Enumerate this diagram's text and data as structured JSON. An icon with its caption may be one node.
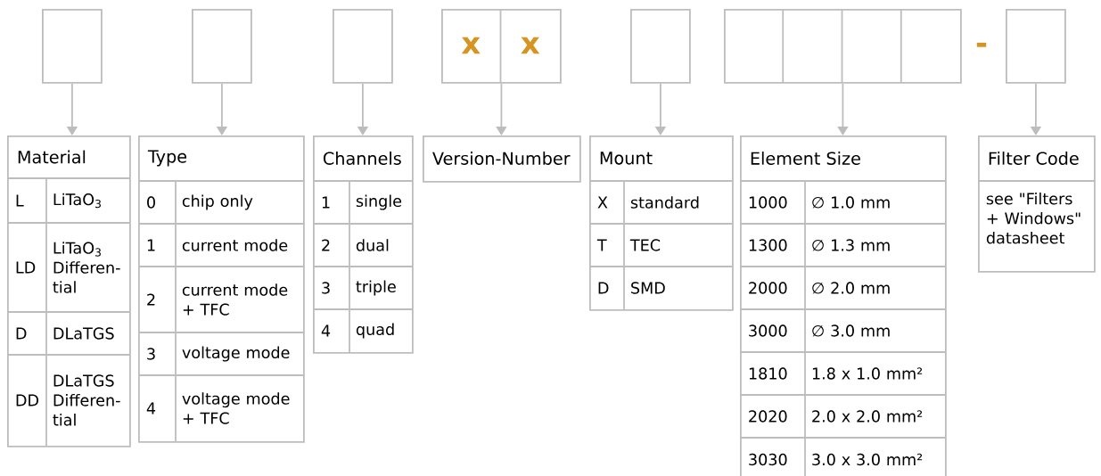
{
  "diagram": {
    "nodes": [
      {
        "text": [],
        "shape": "box"
      },
      {
        "text": [],
        "shape": "box"
      },
      {
        "text": [],
        "shape": "box"
      },
      {
        "text": [
          "x",
          "x"
        ]
      },
      {
        "text": [],
        "shape": "box"
      },
      {
        "text": [],
        "shape": "box"
      },
      {
        "text": [],
        "shape": "box"
      },
      {
        "text": [
          "Material",
          "L",
          "LiTaO$_{3}$",
          "LD",
          "LiTaO$_{3}$ Differen- tial",
          "D",
          "DLaTGS",
          "DD",
          "DLaTGS Differen- tial"
        ]
      },
      {
        "text": [
          "Type",
          "0",
          "chip only",
          "1",
          "current mode",
          "2",
          "current mode + TFC",
          "3",
          "voltage mode",
          "4",
          "voltage mode + TFC"
        ]
      },
      {
        "text": [
          "Channels",
          "1",
          "single",
          "2",
          "dual",
          "3",
          "triple",
          "4",
          "quad"
        ]
      },
      {
        "text": [
          "Version-Number"
        ]
      },
      {
        "text": [
          "Mount",
          "X",
          "standard",
          "T",
          "TEC",
          "D",
          "SMD"
        ]
      },
      {
        "text": [
          "Element Size",
          "1000",
          "∅ 1.0 mm",
          "1300",
          "∅ 1.3 mm",
          "2000",
          "∅ 2.0 mm",
          "3000",
          "∅ 3.0 mm",
          "1810",
          "1.8 x 1.0 mm²",
          "2020",
          "2.0 x 2.0 mm²",
          "3030",
          "3.0 x 3.0 mm²"
        ]
      },
      {
        "text": [
          "Filter Code",
          "see \"Filters + Windows\" datasheet"
        ]
      }
    ],
    "edges": [
      {
        "from": 0,
        "to": 7,
        "arrow": "to"
      },
      {
        "from": 1,
        "to": 8,
        "arrow": "to"
      },
      {
        "from": 2,
        "to": 9,
        "arrow": "to"
      },
      {
        "from": 3,
        "to": 10,
        "arrow": "to"
      },
      {
        "from": 4,
        "to": 11,
        "arrow": "to"
      },
      {
        "from": 5,
        "to": 12,
        "arrow": "to"
      },
      {
        "from": 6,
        "to": 13,
        "arrow": "to"
      }
    ],
    "labels": [
      "-"
    ]
  }
}
